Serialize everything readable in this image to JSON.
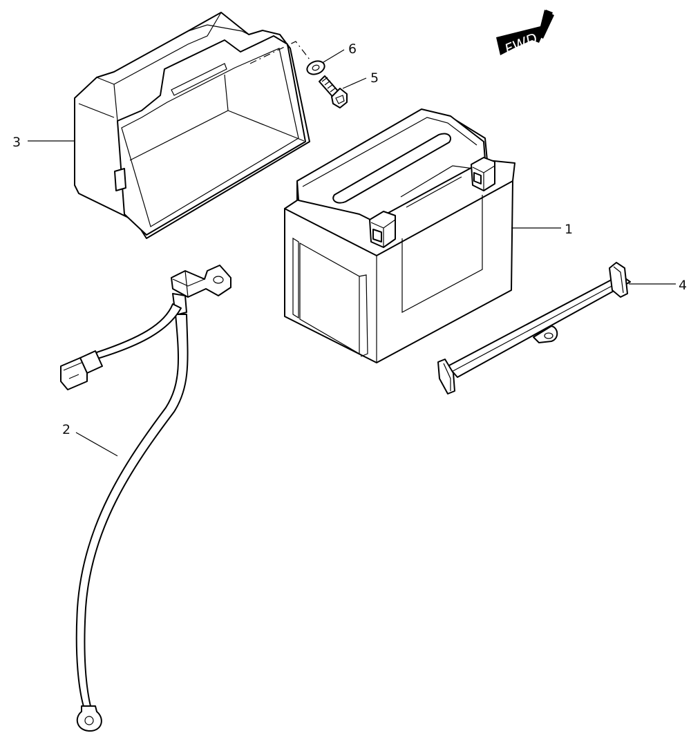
{
  "fwd_label": "FWD",
  "callouts": {
    "battery": "1",
    "battery_cable": "2",
    "battery_case": "3",
    "battery_strap": "4",
    "bolt": "5",
    "washer": "6"
  }
}
